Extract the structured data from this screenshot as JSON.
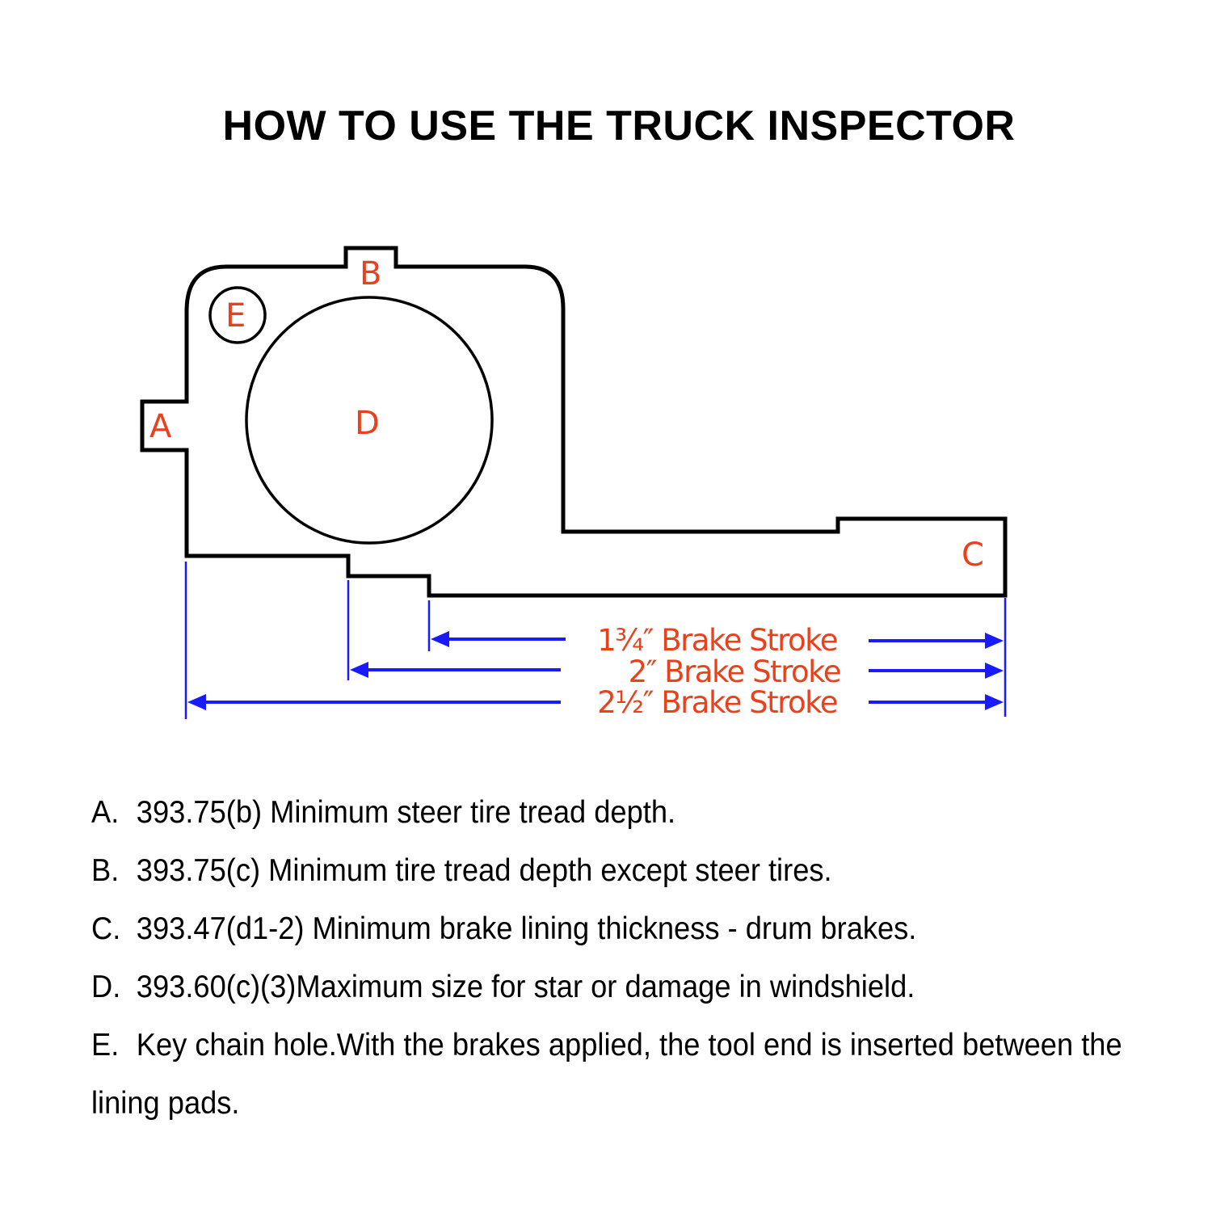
{
  "title": "HOW TO USE THE TRUCK INSPECTOR",
  "diagram": {
    "labels": {
      "a": "A",
      "b": "B",
      "c": "C",
      "d": "D",
      "e": "E"
    },
    "brake_strokes": [
      {
        "label": "1¾″ Brake Stroke"
      },
      {
        "label": "2″ Brake Stroke"
      },
      {
        "label": "2½″ Brake Stroke"
      }
    ],
    "colors": {
      "outline": "#000000",
      "label": "#e8411d",
      "dimension": "#1a1aff"
    }
  },
  "legend": [
    {
      "key": "A.",
      "text": "393.75(b) Minimum steer tire tread depth."
    },
    {
      "key": "B.",
      "text": "393.75(c) Minimum tire tread depth except steer tires."
    },
    {
      "key": "C.",
      "text": "393.47(d1-2) Minimum brake lining thickness - drum brakes."
    },
    {
      "key": "D.",
      "text": "393.60(c)(3)Maximum size for star or damage in windshield."
    },
    {
      "key": "E.",
      "text": "Key chain hole.With the brakes applied, the tool end is inserted between the lining pads."
    }
  ]
}
